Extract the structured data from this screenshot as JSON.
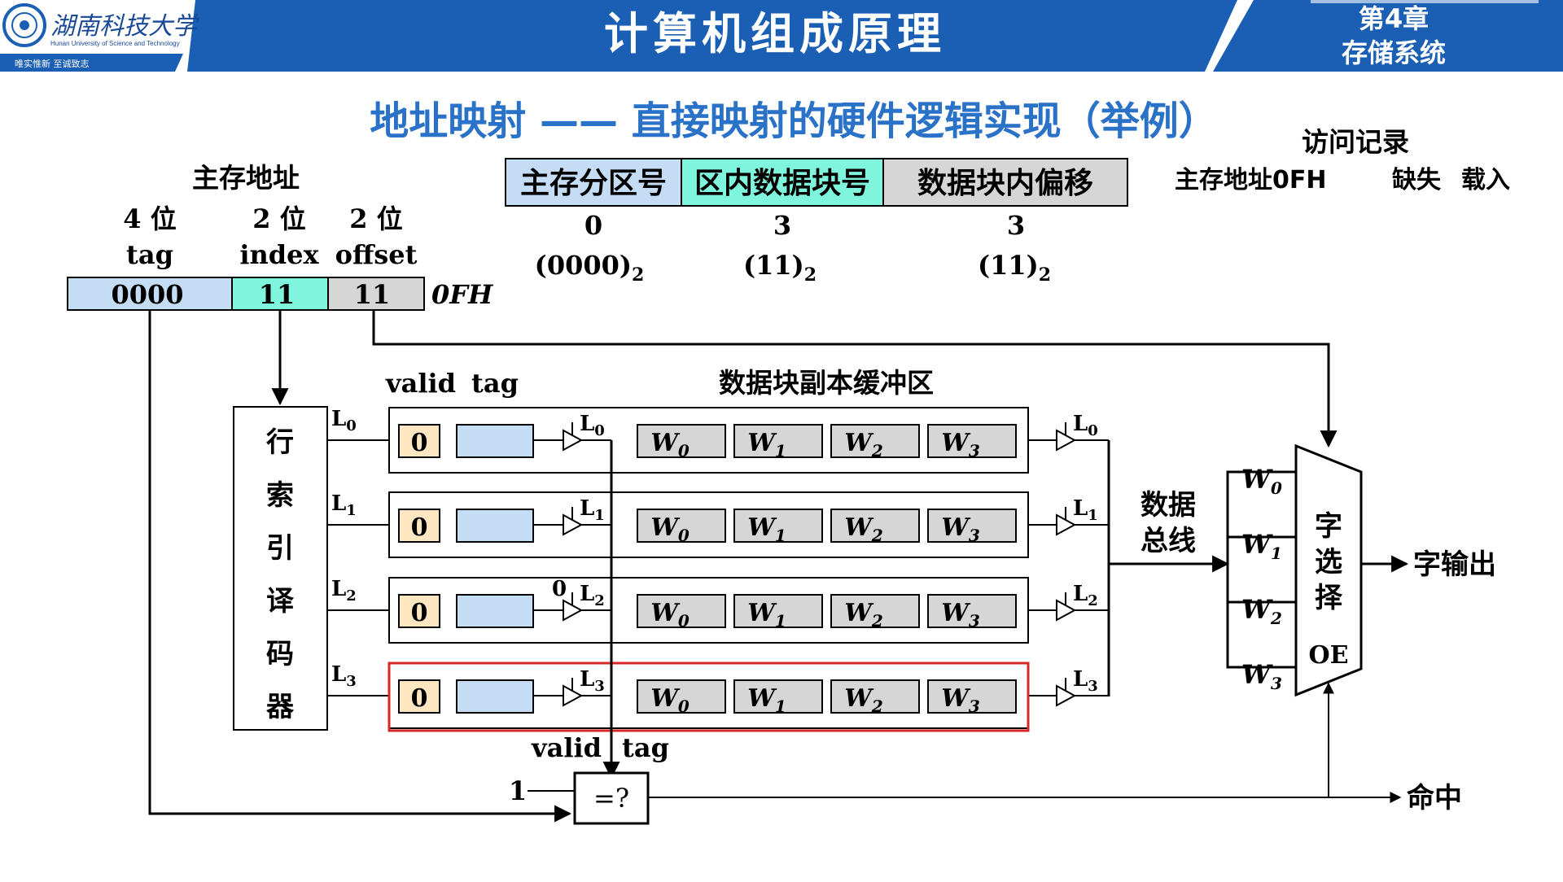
{
  "header": {
    "university_name": "湖南科技大学",
    "university_name_en": "Hunan University of Science and Technology",
    "motto": "唯实惟新    至诚致志",
    "course_title": "计算机组成原理",
    "chapter": "第4章",
    "chapter_name": "存储系统"
  },
  "colors": {
    "banner": "#1a5fb4",
    "title": "#2a72c8",
    "tag_fill": "#c5dcf5",
    "index_fill": "#7ff5dd",
    "offset_fill": "#d6d6d6",
    "valid_fill": "#fde6c0",
    "highlight": "#d62828"
  },
  "title": "地址映射 —— 直接映射的硬件逻辑实现（举例）",
  "address": {
    "heading": "主存地址",
    "fields": [
      {
        "bits": "4 位",
        "name": "tag",
        "value": "0000"
      },
      {
        "bits": "2 位",
        "name": "index",
        "value": "11"
      },
      {
        "bits": "2 位",
        "name": "offset",
        "value": "11"
      }
    ],
    "hex_label": "0FH"
  },
  "partition": {
    "headers": [
      "主存分区号",
      "区内数据块号",
      "数据块内偏移"
    ],
    "decimal": [
      "0",
      "3",
      "3"
    ],
    "binary": [
      "(0000)",
      "(11)",
      "(11)"
    ],
    "binary_subscript": "2"
  },
  "access_record": {
    "heading": "访问记录",
    "columns": [
      "主存地址0FH",
      "缺失",
      "载入"
    ]
  },
  "decoder": {
    "label_chars": [
      "行",
      "索",
      "引",
      "译",
      "码",
      "器"
    ]
  },
  "buffer": {
    "title": "数据块副本缓冲区",
    "valid_label": "valid",
    "tag_label": "tag",
    "valid_value": "0",
    "words": [
      "W",
      "W",
      "W",
      "W"
    ],
    "word_subscripts": [
      "0",
      "1",
      "2",
      "3"
    ],
    "lines": [
      "L",
      "L",
      "L",
      "L"
    ],
    "line_subscripts": [
      "0",
      "1",
      "2",
      "3"
    ],
    "stray_mark": "0"
  },
  "bus_label": [
    "数据",
    "总线"
  ],
  "word_select": {
    "label_chars": [
      "字",
      "选",
      "择"
    ],
    "oe": "OE",
    "output": "字输出"
  },
  "compare": {
    "symbol": "=?",
    "valid_label": "valid",
    "tag_label": "tag",
    "one": "1",
    "hit": "命中"
  }
}
